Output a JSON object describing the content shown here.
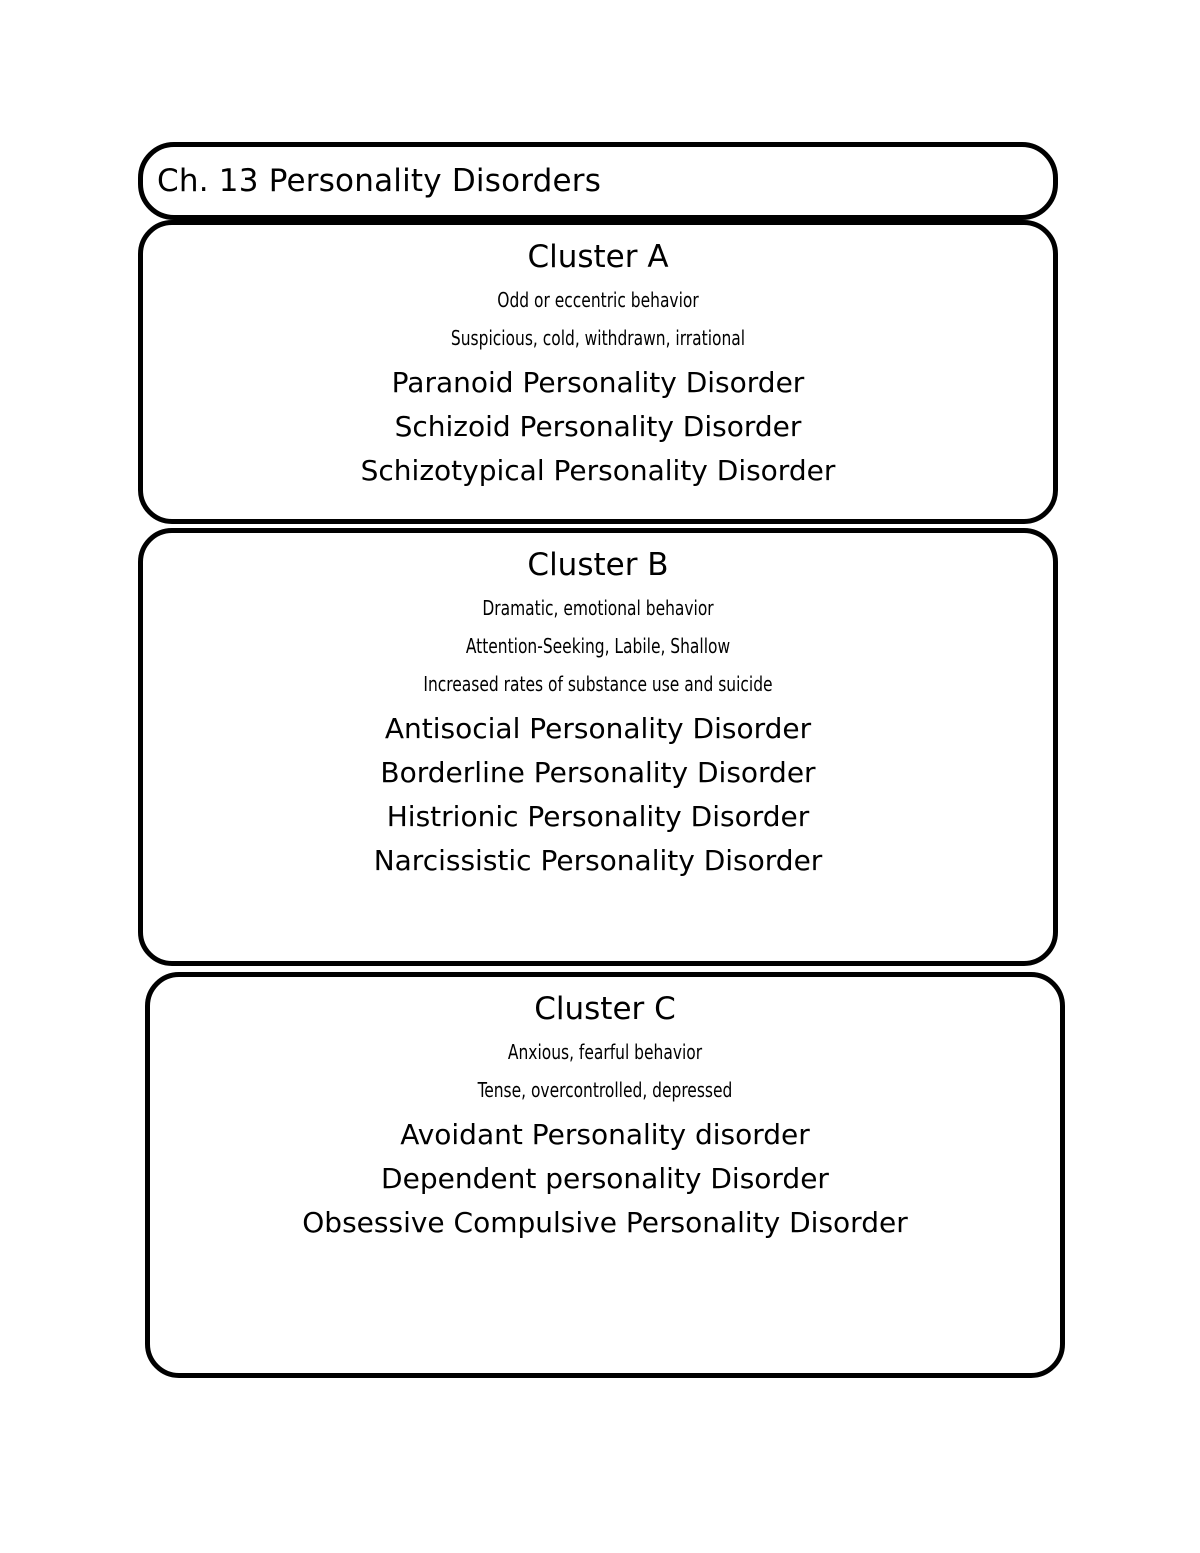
{
  "document": {
    "title": "Ch. 13 Personality Disorders",
    "background_color": "#ffffff",
    "text_color": "#000000",
    "border_color": "#000000"
  },
  "clusters": [
    {
      "heading": "Cluster A",
      "descriptions": [
        "Odd or eccentric behavior",
        "Suspicious, cold, withdrawn, irrational"
      ],
      "disorders": [
        "Paranoid Personality Disorder",
        "Schizoid Personality Disorder",
        "Schizotypical Personality Disorder"
      ]
    },
    {
      "heading": "Cluster B",
      "descriptions": [
        "Dramatic, emotional behavior",
        "Attention-Seeking, Labile, Shallow",
        "Increased rates of substance use and suicide"
      ],
      "disorders": [
        "Antisocial Personality Disorder",
        "Borderline Personality Disorder",
        "Histrionic Personality Disorder",
        "Narcissistic Personality Disorder"
      ]
    },
    {
      "heading": "Cluster C",
      "descriptions": [
        "Anxious, fearful behavior",
        "Tense, overcontrolled, depressed"
      ],
      "disorders": [
        "Avoidant Personality disorder",
        "Dependent personality Disorder",
        "Obsessive Compulsive Personality Disorder"
      ]
    }
  ]
}
